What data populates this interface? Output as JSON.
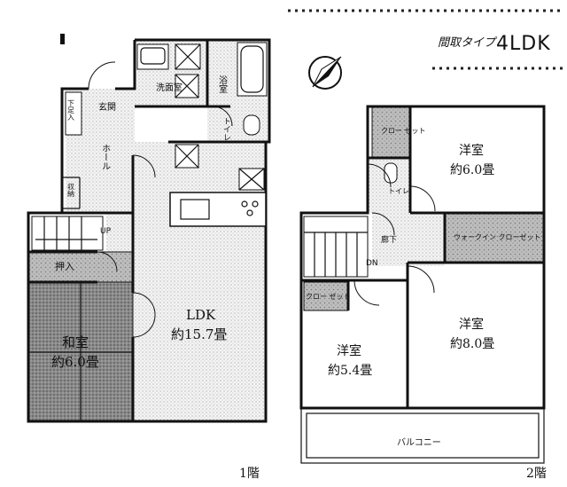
{
  "header": {
    "type_label": "間取タイプ",
    "layout_type": "4LDK"
  },
  "floor1": {
    "floor_label": "1階",
    "rooms": {
      "bath": "浴室",
      "washroom": "洗面室",
      "entrance": "玄関",
      "shoe_closet": "下足入",
      "hall": "ホール",
      "storage": "収納",
      "toilet": "トイレ",
      "stairs_up": "UP",
      "closet": "押入",
      "ldk_name": "LDK",
      "ldk_size": "約15.7畳",
      "washitsu_name": "和室",
      "washitsu_size": "約6.0畳"
    }
  },
  "floor2": {
    "floor_label": "2階",
    "rooms": {
      "closet_a": "クロー ゼット",
      "western1_name": "洋室",
      "western1_size": "約6.0畳",
      "toilet": "トイレ",
      "corridor": "廊下",
      "walk_in": "ウォークイン クローゼット",
      "stairs_down": "DN",
      "closet_b": "クロー ゼット",
      "western2_name": "洋室",
      "western2_size": "約5.4畳",
      "western3_name": "洋室",
      "western3_size": "約8.0畳",
      "balcony": "バルコニー"
    }
  },
  "icons": [
    "compass-north-icon"
  ]
}
